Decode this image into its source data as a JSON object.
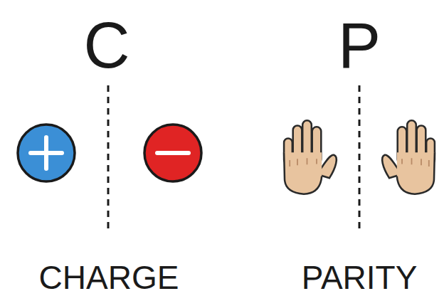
{
  "diagram": {
    "labels": [
      "C",
      "P",
      "CHARGE",
      "PARITY"
    ]
  }
}
